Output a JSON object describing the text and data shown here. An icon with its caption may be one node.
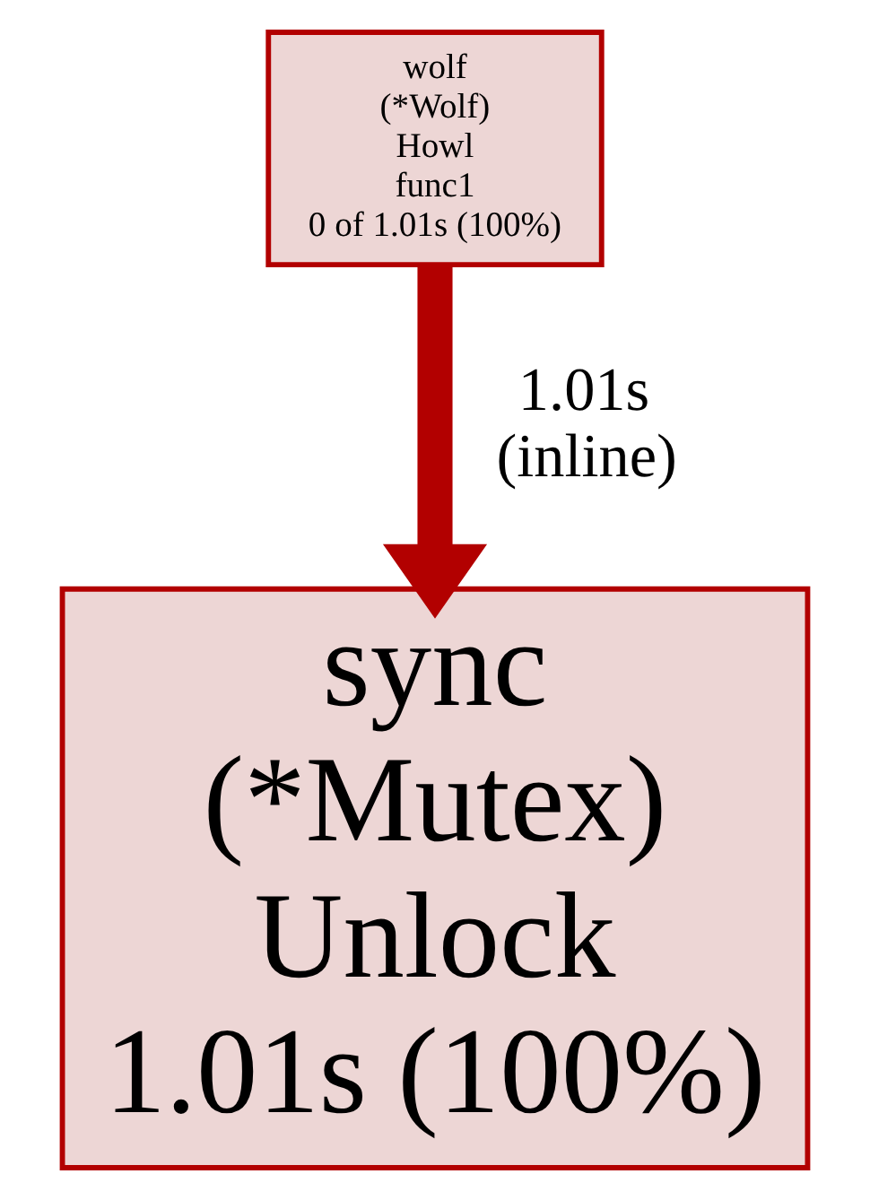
{
  "diagram": {
    "nodes": [
      {
        "text": [
          "wolf",
          "(*Wolf)",
          "Howl",
          "func1",
          "0 of 1.01s (100%)"
        ]
      },
      {
        "text": [
          "sync",
          "(*Mutex)",
          "Unlock",
          "1.01s (100%)"
        ]
      }
    ],
    "edges": [
      {
        "from": 0,
        "to": 1,
        "arrow": "to",
        "label": "1.01s (inline)",
        "color": "#b20000"
      }
    ]
  }
}
